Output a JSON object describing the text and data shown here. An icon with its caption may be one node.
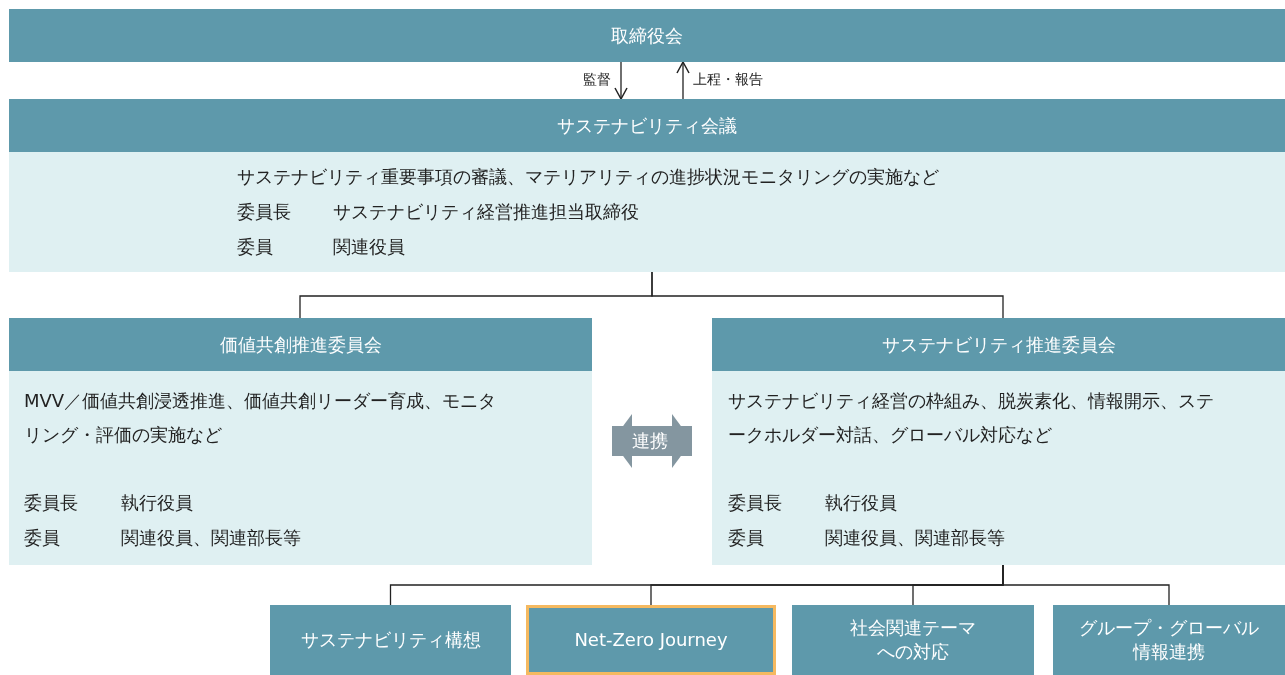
{
  "diagram": {
    "nodes": [
      {
        "text": [
          "取締役会"
        ]
      },
      {
        "text": [
          "サステナビリティ会議",
          "サステナビリティ重要事項の審議、マテリアリティの進捗状況モニタリングの実施など",
          "委員長",
          "サステナビリティ経営推進担当取締役",
          "委員",
          "関連役員"
        ]
      },
      {
        "text": [
          "価値共創推進委員会",
          "MVV／価値共創浸透推進、価値共創リーダー育成、モニタリング・評価の実施など",
          "委員長",
          "執行役員",
          "委員",
          "関連役員、関連部長等"
        ]
      },
      {
        "text": [
          "サステナビリティ推進委員会",
          "サステナビリティ経営の枠組み、脱炭素化、情報開示、ステークホルダー対話、グローバル対応など",
          "委員長",
          "執行役員",
          "委員",
          "関連役員、関連部長等"
        ]
      },
      {
        "text": [
          "サステナビリティ構想"
        ]
      },
      {
        "text": [
          "Net-Zero Journey"
        ]
      },
      {
        "text": [
          "社会関連テーマへの対応"
        ]
      },
      {
        "text": [
          "グループ・グローバル情報連携"
        ]
      }
    ],
    "edges": [
      {
        "from": 0,
        "to": 1,
        "arrow": "to",
        "label": "監督"
      },
      {
        "from": 1,
        "to": 0,
        "arrow": "to",
        "label": "上程・報告"
      },
      {
        "from": 1,
        "to": 2,
        "arrow": "none"
      },
      {
        "from": 1,
        "to": 3,
        "arrow": "none"
      },
      {
        "from": 2,
        "to": 3,
        "arrow": "both",
        "label": "連携",
        "style": "thick",
        "color": "#8496a0"
      },
      {
        "from": 3,
        "to": 4,
        "arrow": "none"
      },
      {
        "from": 3,
        "to": 5,
        "arrow": "none"
      },
      {
        "from": 3,
        "to": 6,
        "arrow": "none"
      },
      {
        "from": 3,
        "to": 7,
        "arrow": "none"
      }
    ]
  }
}
